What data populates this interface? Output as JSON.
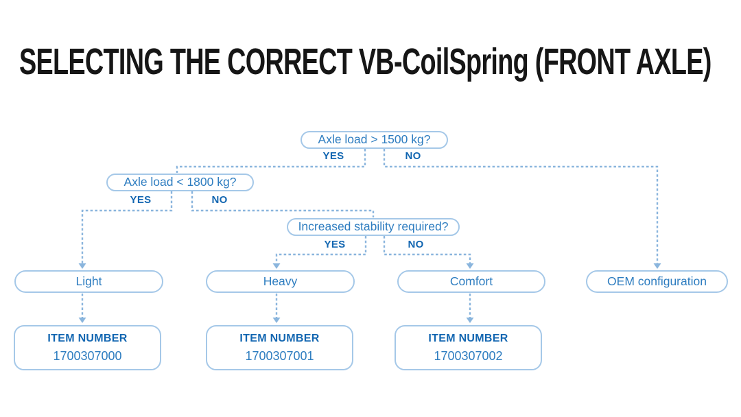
{
  "title": "SELECTING THE CORRECT VB-CoilSpring (FRONT AXLE)",
  "colors": {
    "accent": "#1266b1",
    "node_text": "#2e7dc0",
    "node_border": "#a5c8e8",
    "connector": "#8ab5dd",
    "title_text": "#161616",
    "background": "#ffffff"
  },
  "flowchart": {
    "decisions": [
      {
        "question": "Axle load > 1500 kg?",
        "yes_label": "YES",
        "no_label": "NO"
      },
      {
        "question": "Axle load < 1800 kg?",
        "yes_label": "YES",
        "no_label": "NO"
      },
      {
        "question": "Increased stability required?",
        "yes_label": "YES",
        "no_label": "NO"
      }
    ],
    "outcomes": [
      {
        "label": "Light"
      },
      {
        "label": "Heavy"
      },
      {
        "label": "Comfort"
      },
      {
        "label": "OEM configuration"
      }
    ],
    "item_boxes": [
      {
        "heading": "ITEM NUMBER",
        "number": "1700307000"
      },
      {
        "heading": "ITEM NUMBER",
        "number": "1700307001"
      },
      {
        "heading": "ITEM NUMBER",
        "number": "1700307002"
      }
    ]
  }
}
